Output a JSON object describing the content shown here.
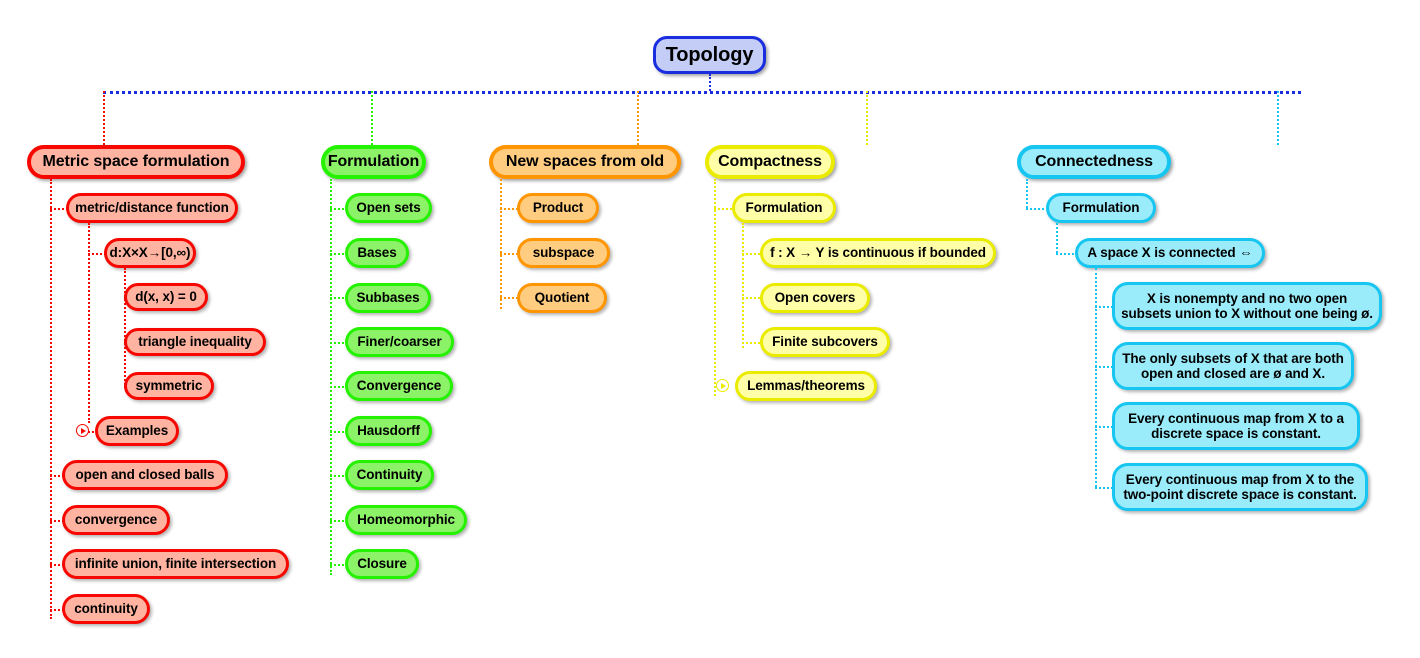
{
  "diagram": {
    "title": "Topology",
    "type": "mind-map",
    "background": "#ffffff"
  },
  "root": {
    "label": "Topology",
    "fill": "#c3cdf5",
    "stroke": "#1a2ee0"
  },
  "branches": [
    {
      "id": "metric-space-formulation",
      "label": "Metric space formulation",
      "color": "#f60800",
      "fill": "#ffb3a0",
      "children": [
        {
          "label": "metric/distance function"
        },
        {
          "label": "d:X×X→[0,∞)"
        },
        {
          "label": "d(x, x) = 0"
        },
        {
          "label": "triangle inequality"
        },
        {
          "label": "symmetric"
        },
        {
          "label": "Examples",
          "collapsed": true
        },
        {
          "label": "open and closed balls"
        },
        {
          "label": "convergence"
        },
        {
          "label": "infinite union, finite intersection"
        },
        {
          "label": "continuity"
        }
      ]
    },
    {
      "id": "formulation",
      "label": "Formulation",
      "color": "#24f200",
      "fill": "#8cf268",
      "children": [
        {
          "label": "Open sets"
        },
        {
          "label": "Bases"
        },
        {
          "label": "Subbases"
        },
        {
          "label": "Finer/coarser"
        },
        {
          "label": "Convergence"
        },
        {
          "label": "Hausdorff"
        },
        {
          "label": "Continuity"
        },
        {
          "label": "Homeomorphic"
        },
        {
          "label": "Closure"
        }
      ]
    },
    {
      "id": "new-spaces-from-old",
      "label": "New spaces from old",
      "color": "#ff9500",
      "fill": "#ffcc80",
      "children": [
        {
          "label": "Product"
        },
        {
          "label": "subspace"
        },
        {
          "label": "Quotient"
        }
      ]
    },
    {
      "id": "compactness",
      "label": "Compactness",
      "color": "#ebeb00",
      "fill": "#ffffa8",
      "children": [
        {
          "label": "Formulation"
        },
        {
          "label": "f : X → Y is continuous if bounded"
        },
        {
          "label": "Open covers"
        },
        {
          "label": "Finite subcovers"
        },
        {
          "label": "Lemmas/theorems",
          "collapsed": true
        }
      ]
    },
    {
      "id": "connectedness",
      "label": "Connectedness",
      "color": "#16c6f0",
      "fill": "#9aecfb",
      "children": [
        {
          "label": "Formulation"
        },
        {
          "label": "A space X is connected ⇔"
        },
        {
          "label": "X is nonempty and no two open\nsubsets union to X without one being ø."
        },
        {
          "label": "The only subsets of X that are both\nopen and closed are ø and X."
        },
        {
          "label": "Every continuous map from X to a\ndiscrete space is constant."
        },
        {
          "label": "Every continuous map from X to the\ntwo-point discrete space is constant."
        }
      ]
    }
  ]
}
